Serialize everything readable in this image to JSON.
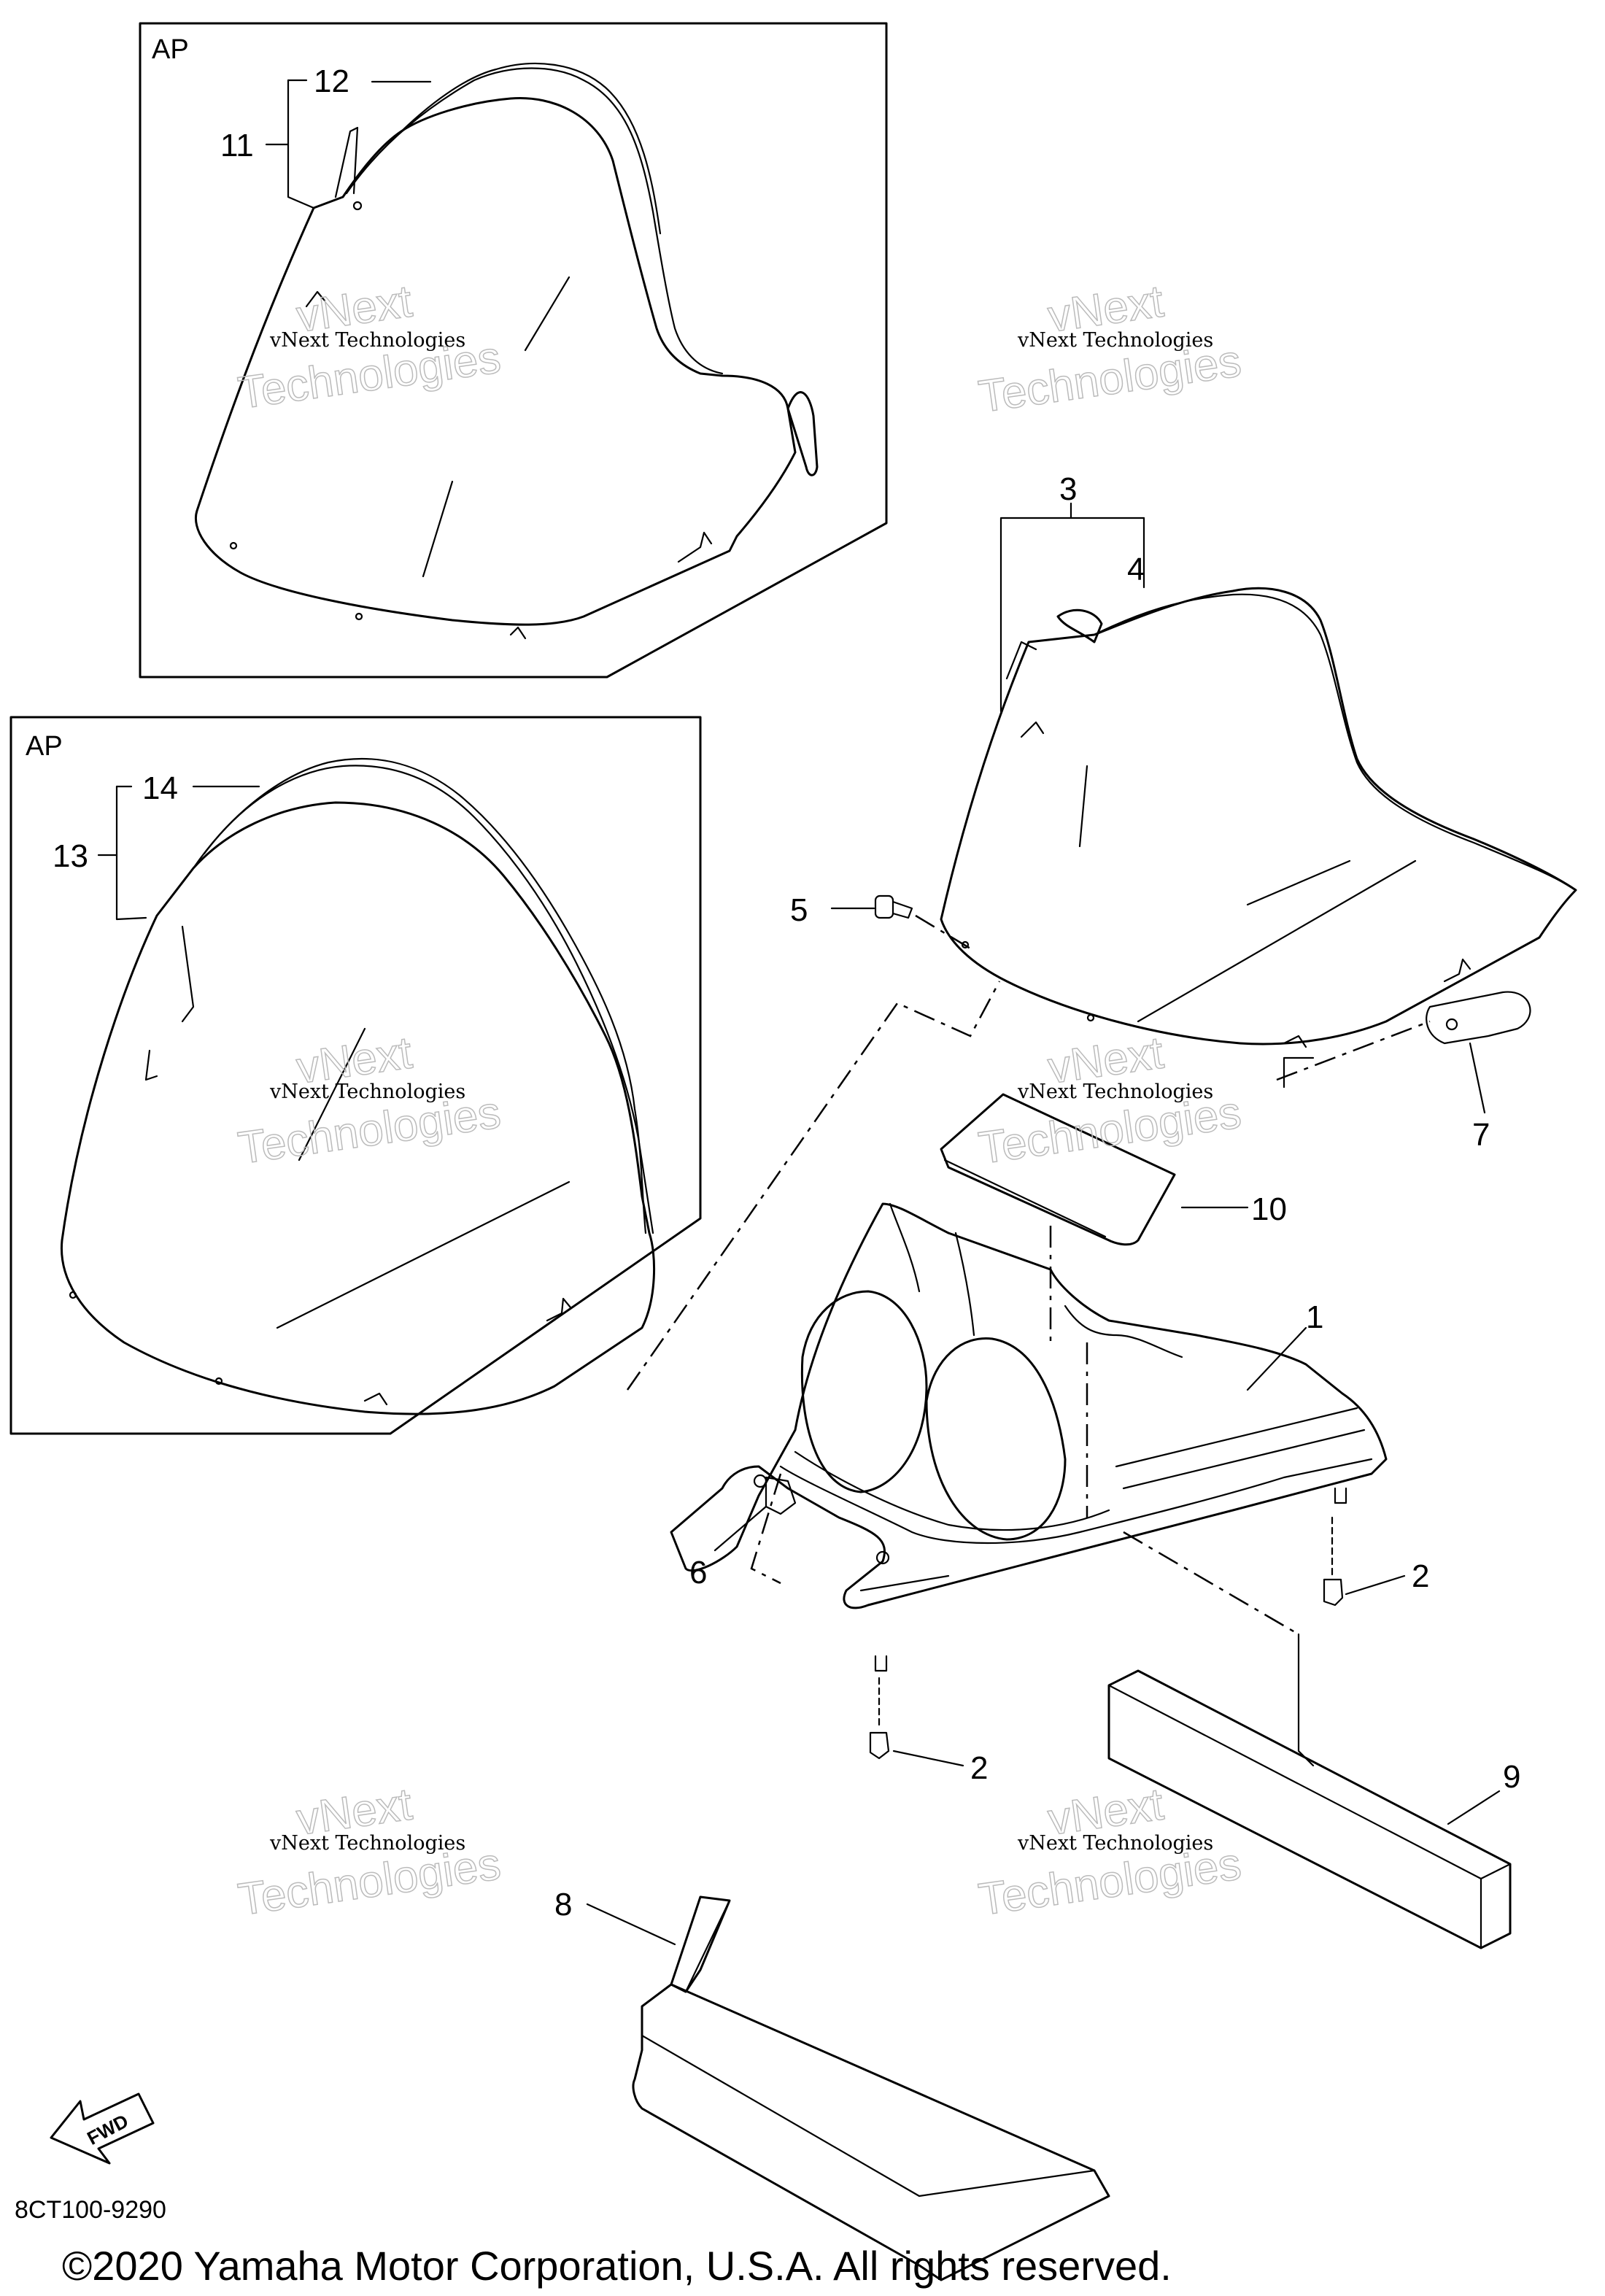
{
  "inset_boxes": [
    {
      "tag": "AP"
    },
    {
      "tag": "AP"
    }
  ],
  "callouts": [
    {
      "number": "1"
    },
    {
      "number": "2"
    },
    {
      "number": "2"
    },
    {
      "number": "3"
    },
    {
      "number": "4"
    },
    {
      "number": "5"
    },
    {
      "number": "6"
    },
    {
      "number": "7"
    },
    {
      "number": "8"
    },
    {
      "number": "9"
    },
    {
      "number": "10"
    },
    {
      "number": "11"
    },
    {
      "number": "12"
    },
    {
      "number": "13"
    },
    {
      "number": "14"
    }
  ],
  "watermark": {
    "line1": "vNext Technologies",
    "outline_line1": "vNext",
    "outline_line2": "Technologies"
  },
  "fwd_arrow_label": "FWD",
  "diagram_code": "8CT100-9290",
  "copyright": "©2020 Yamaha Motor Corporation, U.S.A. All rights reserved."
}
